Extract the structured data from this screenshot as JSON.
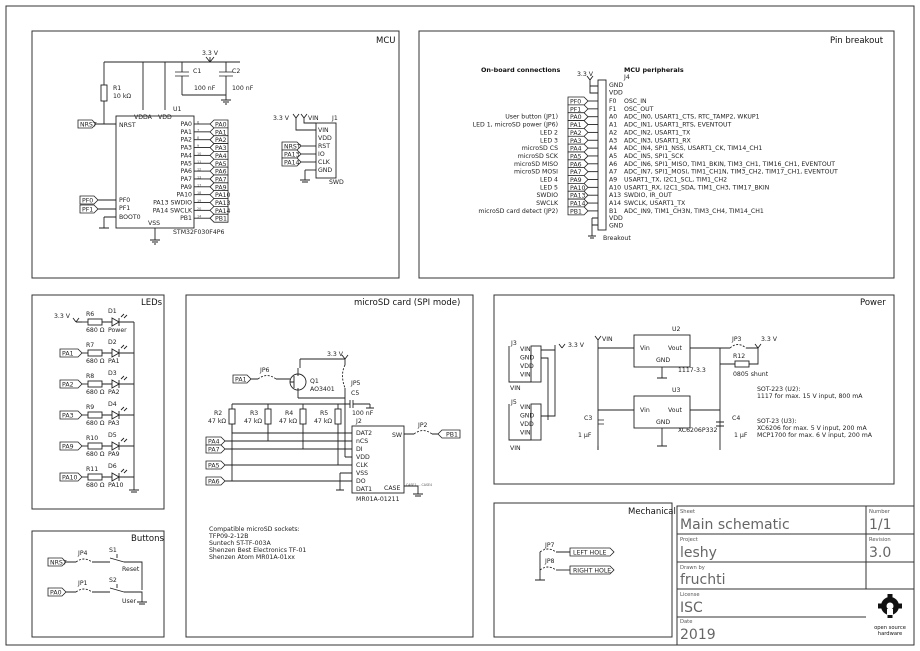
{
  "sections": {
    "mcu": "MCU",
    "pin_breakout": "Pin breakout",
    "leds": "LEDs",
    "microsd": "microSD card (SPI mode)",
    "power": "Power",
    "buttons": "Buttons",
    "mechanical": "Mechanical"
  },
  "mcu": {
    "supply": "3.3 V",
    "r1_name": "R1",
    "r1_value": "10 kΩ",
    "c1_name": "C1",
    "c2_name": "C2",
    "c1_value": "100 nF",
    "c2_value": "100 nF",
    "u1_name": "U1",
    "u1_part": "STM32F030F4P6",
    "pin_nrst": "NRST",
    "pin_vdda": "VDDA",
    "pin_vdd": "VDD",
    "pin_vss": "VSS",
    "pin_pf0": "PF0",
    "pin_pf1": "PF1",
    "pin_boot0": "BOOT0",
    "right_pins": [
      "PA0",
      "PA1",
      "PA2",
      "PA3",
      "PA4",
      "PA5",
      "PA6",
      "PA7",
      "PA9",
      "PA10",
      "PA13 SWDIO",
      "PA14 SWCLK",
      "PB1"
    ],
    "right_nums": [
      "6",
      "7",
      "8",
      "9",
      "10",
      "11",
      "12",
      "13",
      "17",
      "18",
      "19",
      "20",
      "14"
    ],
    "right_flags": [
      "PA0",
      "PA1",
      "PA2",
      "PA3",
      "PA4",
      "PA5",
      "PA6",
      "PA7",
      "PA9",
      "PA10",
      "PA13",
      "PA14",
      "PB1"
    ],
    "flag_nrst": "NRST",
    "flag_pf0": "PF0",
    "flag_pf1": "PF1",
    "swd_supply": "3.3 V",
    "swd_vin": "VIN",
    "j1_name": "J1",
    "j1_label": "SWD",
    "j1_pins": [
      "VIN",
      "VDD",
      "RST",
      "IO",
      "CLK",
      "GND"
    ],
    "j1_flags": [
      "NRST",
      "PA13",
      "PA14"
    ]
  },
  "breakout": {
    "heading_left": "On-board connections",
    "heading_right": "MCU peripherals",
    "supply": "3.3 V",
    "j4_name": "J4",
    "j4_label": "Breakout",
    "top_pins": [
      "GND",
      "VDD"
    ],
    "bottom_pins": [
      "VDD",
      "GND"
    ],
    "rows": [
      {
        "left": "",
        "flag": "PF0",
        "pin": "F0",
        "func": "OSC_IN"
      },
      {
        "left": "",
        "flag": "PF1",
        "pin": "F1",
        "func": "OSC_OUT"
      },
      {
        "left": "User button (JP1)",
        "flag": "PA0",
        "pin": "A0",
        "func": "ADC_IN0, USART1_CTS, RTC_TAMP2, WKUP1"
      },
      {
        "left": "LED 1, microSD power (JP6)",
        "flag": "PA1",
        "pin": "A1",
        "func": "ADC_IN1, USART1_RTS, EVENTOUT"
      },
      {
        "left": "LED 2",
        "flag": "PA2",
        "pin": "A2",
        "func": "ADC_IN2, USART1_TX"
      },
      {
        "left": "LED 3",
        "flag": "PA3",
        "pin": "A3",
        "func": "ADC_IN3, USART1_RX"
      },
      {
        "left": "microSD CS",
        "flag": "PA4",
        "pin": "A4",
        "func": "ADC_IN4, SPI1_NSS, USART1_CK, TIM14_CH1"
      },
      {
        "left": "microSD SCK",
        "flag": "PA5",
        "pin": "A5",
        "func": "ADC_IN5, SPI1_SCK"
      },
      {
        "left": "microSD MISO",
        "flag": "PA6",
        "pin": "A6",
        "func": "ADC_IN6, SPI1_MISO, TIM1_BKIN, TIM3_CH1, TIM16_CH1, EVENTOUT"
      },
      {
        "left": "microSD MOSI",
        "flag": "PA7",
        "pin": "A7",
        "func": "ADC_IN7, SPI1_MOSI, TIM1_CH1N, TIM3_CH2, TIM17_CH1, EVENTOUT"
      },
      {
        "left": "LED 4",
        "flag": "PA9",
        "pin": "A9",
        "func": "USART1_TX, I2C1_SCL, TIM1_CH2"
      },
      {
        "left": "LED 5",
        "flag": "PA10",
        "pin": "A10",
        "func": "USART1_RX, I2C1_SDA, TIM1_CH3, TIM17_BKIN"
      },
      {
        "left": "SWDIO",
        "flag": "PA13",
        "pin": "A13",
        "func": "SWDIO, IR_OUT"
      },
      {
        "left": "SWCLK",
        "flag": "PA14",
        "pin": "A14",
        "func": "SWCLK, USART1_TX"
      },
      {
        "left": "microSD card detect (JP2)",
        "flag": "PB1",
        "pin": "B1",
        "func": "ADC_IN9, TIM1_CH3N, TIM3_CH4, TIM14_CH1"
      }
    ]
  },
  "leds": {
    "supply": "3.3 V",
    "rows": [
      {
        "r": "R6",
        "d": "D1",
        "val": "680 Ω",
        "label": "Power",
        "flag": ""
      },
      {
        "r": "R7",
        "d": "D2",
        "val": "680 Ω",
        "label": "PA1",
        "flag": "PA1"
      },
      {
        "r": "R8",
        "d": "D3",
        "val": "680 Ω",
        "label": "PA2",
        "flag": "PA2"
      },
      {
        "r": "R9",
        "d": "D4",
        "val": "680 Ω",
        "label": "PA3",
        "flag": "PA3"
      },
      {
        "r": "R10",
        "d": "D5",
        "val": "680 Ω",
        "label": "PA9",
        "flag": "PA9"
      },
      {
        "r": "R11",
        "d": "D6",
        "val": "680 Ω",
        "label": "PA10",
        "flag": "PA10"
      }
    ]
  },
  "microsd": {
    "supply": "3.3 V",
    "jp6": "JP6",
    "jp5": "JP5",
    "q1": "Q1",
    "q1_part": "AO3401",
    "c5": "C5",
    "c5_value": "100 nF",
    "flag_pa1": "PA1",
    "resistors": [
      {
        "name": "R2",
        "val": "47 kΩ"
      },
      {
        "name": "R3",
        "val": "47 kΩ"
      },
      {
        "name": "R4",
        "val": "47 kΩ"
      },
      {
        "name": "R5",
        "val": "47 kΩ"
      }
    ],
    "j2_name": "J2",
    "j2_part": "MR01A-01211",
    "j2_pins": [
      "DAT2",
      "nCS",
      "DI",
      "VDD",
      "CLK",
      "VSS",
      "DO",
      "DAT1"
    ],
    "pin_sw": "SW",
    "pin_case": "CASE",
    "case_small": "CASE1 ... CASE4",
    "jp2": "JP2",
    "flag_pb1": "PB1",
    "flags_left": [
      "PA4",
      "PA7",
      "PA5",
      "PA6"
    ],
    "notes": [
      "Compatible microSD sockets:",
      "TFP09-2-12B",
      "Suntech ST-TF-003A",
      "Shenzen Best Electronics TF-01",
      "Shenzen Atom MR01A-01xx"
    ]
  },
  "power": {
    "j3": "J3",
    "j5": "J5",
    "j_pins": [
      "VIN",
      "GND",
      "VDD",
      "VIN"
    ],
    "j_vin": "VIN",
    "supply": "3.3 V",
    "vin": "VIN",
    "u2": "U2",
    "u2_part": "1117-3.3",
    "u3": "U3",
    "u3_part": "XC6206P332",
    "pin_vin": "Vin",
    "pin_vout": "Vout",
    "pin_gnd": "GND",
    "jp3": "JP3",
    "r12": "R12",
    "r12_part": "0805 shunt",
    "c3": "C3",
    "c3_value": "1 µF",
    "c4": "C4",
    "c4_value": "1 µF",
    "notes_u2": [
      "SOT-223 (U2):",
      "1117 for max. 15 V input, 800 mA"
    ],
    "notes_u3": [
      "SOT-23 (U3):",
      "XC6206 for max. 5 V input, 200 mA",
      "MCP1700 for max. 6 V input, 200 mA"
    ]
  },
  "buttons": {
    "jp4": "JP4",
    "s1": "S1",
    "s1_label": "Reset",
    "jp1": "JP1",
    "s2": "S2",
    "s2_label": "User",
    "flag_nrst": "NRST",
    "flag_pa0": "PA0"
  },
  "mechanical": {
    "jp7": "JP7",
    "jp8": "JP8",
    "left_hole": "LEFT HOLE",
    "right_hole": "RIGHT HOLE"
  },
  "title_block": {
    "sheet_label": "Sheet",
    "sheet": "Main schematic",
    "number_label": "Number",
    "number": "1/1",
    "project_label": "Project",
    "project": "leshy",
    "revision_label": "Revision",
    "revision": "3.0",
    "drawn_label": "Drawn by",
    "drawn": "fruchti",
    "license_label": "License",
    "license": "ISC",
    "date_label": "Date",
    "date": "2019",
    "oshw_line1": "open source",
    "oshw_line2": "hardware"
  }
}
